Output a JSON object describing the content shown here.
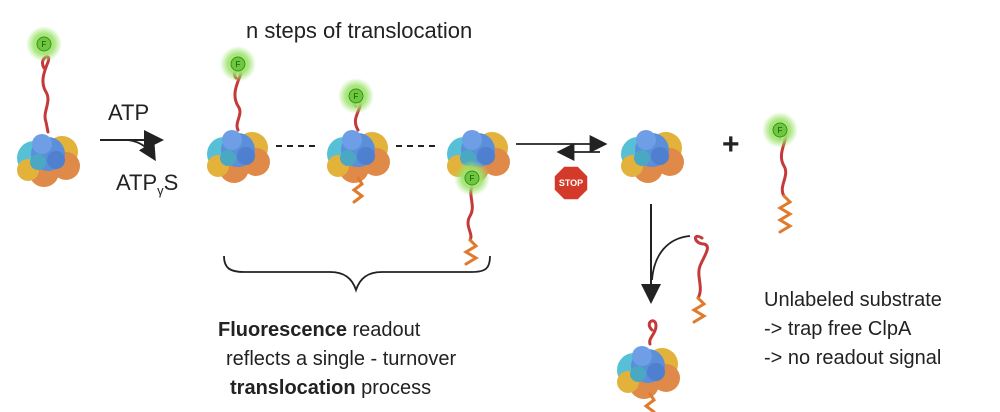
{
  "title": "n steps of translocation",
  "arrow_top_label": "ATP",
  "arrow_bottom_label": {
    "base": "ATP",
    "subscript": "γ",
    "suffix": "S"
  },
  "stop_sign": "STOP",
  "plus": "+",
  "fluor_label": "F",
  "readout_caption": {
    "line1_bold": "Fluorescence",
    "line1_rest": " readout",
    "line2": "reflects a single - turnover",
    "line3_bold": "translocation",
    "line3_rest": " process"
  },
  "trap_caption": {
    "line1": "Unlabeled substrate",
    "line2": "-> trap free ClpA",
    "line3": "-> no readout signal"
  },
  "colors": {
    "substrate": "#c43a3a",
    "tail": "#e07a2c",
    "fluor_glow": "#9be36a",
    "fluor_core": "#6cc83c",
    "complex_blue": "#5b8fd9",
    "complex_cyan": "#58c0d6",
    "complex_orange": "#e08a4a",
    "complex_yellow": "#e3b23a",
    "stop": "#d43a2a"
  }
}
